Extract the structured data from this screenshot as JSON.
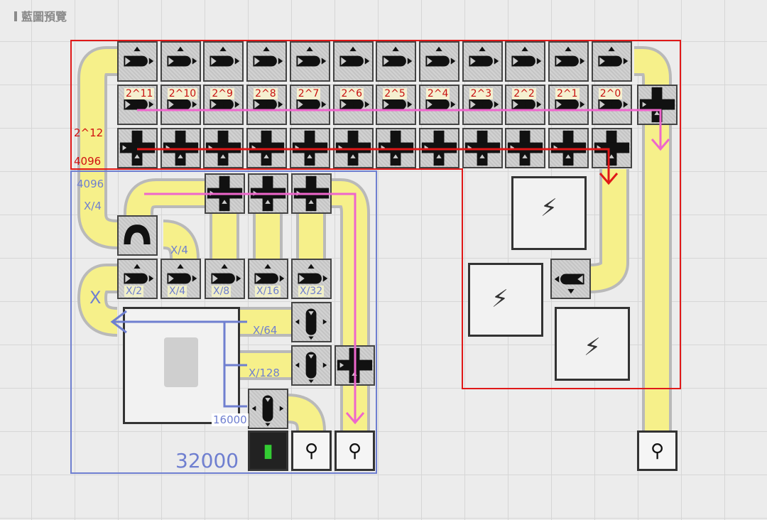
{
  "title": "藍圖預覽",
  "powers": [
    "2^11",
    "2^10",
    "2^9",
    "2^8",
    "2^7",
    "2^6",
    "2^5",
    "2^4",
    "2^3",
    "2^2",
    "2^1",
    "2^0"
  ],
  "red_labels": {
    "pow12": "2^12",
    "val": "4096"
  },
  "blue_labels": {
    "v4096": "4096",
    "x4a": "X/4",
    "x4b": "X/4",
    "x": "X",
    "x64": "X/64",
    "x128": "X/128",
    "v16000": "16000",
    "v32000": "32000"
  },
  "splitters": [
    "X/2",
    "X/4",
    "X/8",
    "X/16",
    "X/32"
  ],
  "icons": {
    "search": "search-icon",
    "item": "item-icon"
  },
  "colors": {
    "red": "#e01818",
    "blue": "#6f7fd0",
    "pink": "#ee66cc",
    "belt": "#f6f08a"
  }
}
